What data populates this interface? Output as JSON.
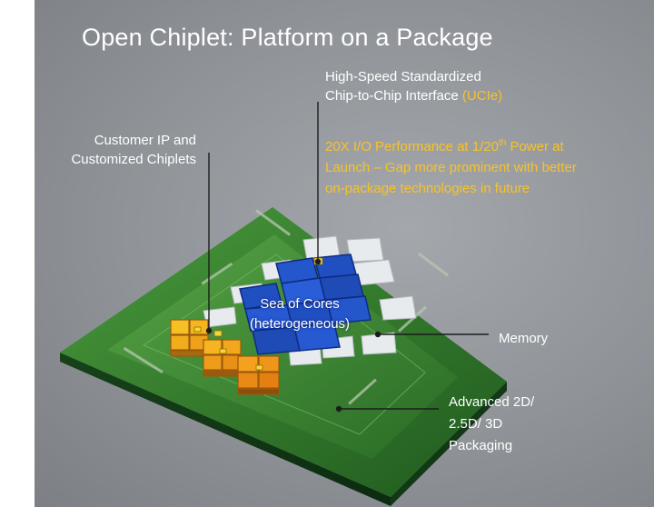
{
  "title": "Open Chiplet: Platform on a Package",
  "labels": {
    "interface_line1": "High-Speed Standardized",
    "interface_line2": "Chip-to-Chip Interface",
    "interface_highlight": "(UCIe)",
    "callout_line1": "20X I/O Performance at 1/20",
    "callout_sup": "th",
    "callout_line1_end": " Power at",
    "callout_line2": "Launch – Gap more prominent with better",
    "callout_line3": "on-package technologies in future",
    "customer_line1": "Customer IP and",
    "customer_line2": "Customized Chiplets",
    "sea_line1": "Sea of Cores",
    "sea_line2": "(heterogeneous)",
    "memory": "Memory",
    "packaging_line1": "Advanced 2D/",
    "packaging_line2": "2.5D/ 3D",
    "packaging_line3": "Packaging"
  },
  "colors": {
    "accent": "#f7c22a",
    "substrate": "#2f7a2a",
    "cores": "#1f4fc0",
    "chiplets": "#f2a81e"
  }
}
